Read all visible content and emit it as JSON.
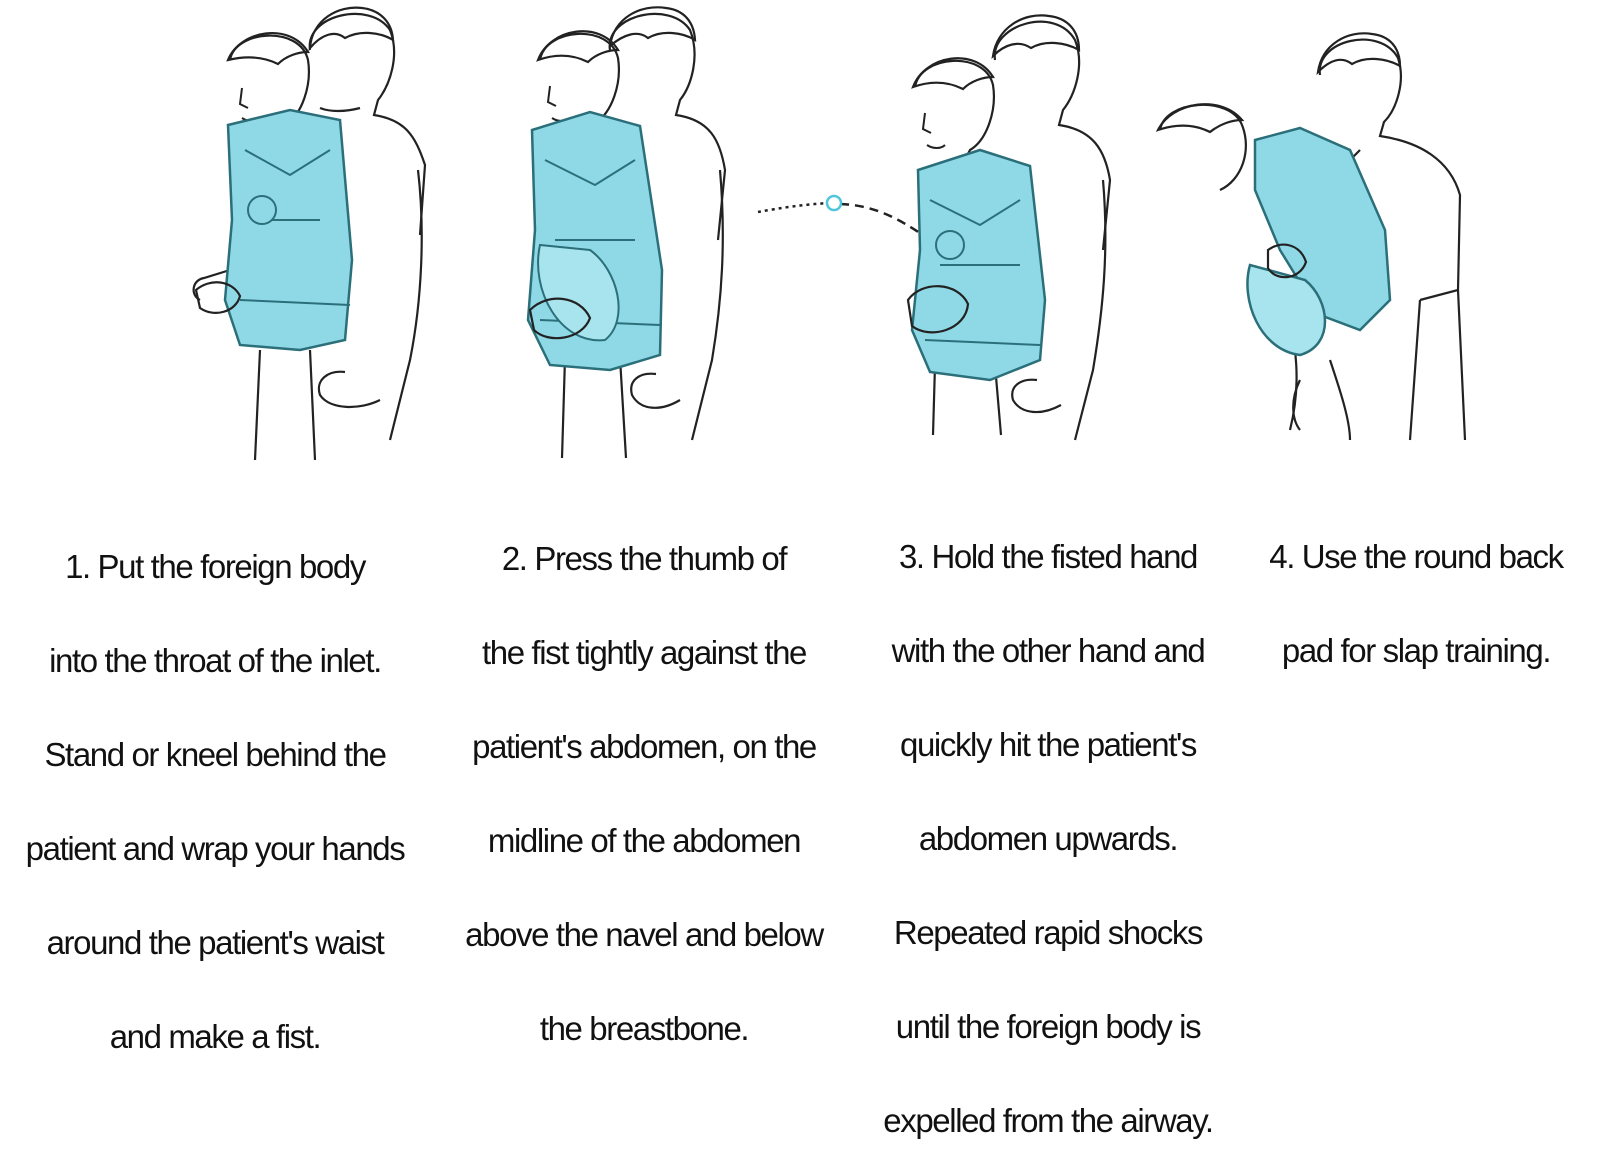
{
  "steps": [
    {
      "illustration_icon": "rescuer-wrapping-arms-around-patient-wearing-training-vest",
      "caption_lines": [
        "1. Put the foreign body",
        "into the throat of the inlet.",
        "Stand or kneel behind the",
        "patient and wrap your hands",
        "around the patient's waist",
        "and make a fist."
      ]
    },
    {
      "illustration_icon": "rescuer-pressing-fist-against-patient-abdomen",
      "caption_lines": [
        "2. Press the thumb of",
        "the fist tightly against the",
        "patient's abdomen, on the",
        "midline of the abdomen",
        "above the navel and below",
        "the breastbone."
      ]
    },
    {
      "illustration_icon": "rescuer-thrusting-abdomen-upwards-object-expelled",
      "caption_lines": [
        "3. Hold the fisted hand",
        "with the other hand and",
        "quickly hit the patient's",
        "abdomen upwards.",
        "Repeated rapid shocks",
        "until the foreign body is",
        "expelled from the airway."
      ]
    },
    {
      "illustration_icon": "rescuer-back-slap-on-bent-over-patient",
      "caption_lines": [
        "4. Use the round back",
        "pad for slap training."
      ]
    }
  ],
  "colors": {
    "vest": "#8fd9e6",
    "vest_stroke": "#2b6f7a",
    "line_art": "#222222",
    "expelled_object": "#4fc6dc"
  }
}
